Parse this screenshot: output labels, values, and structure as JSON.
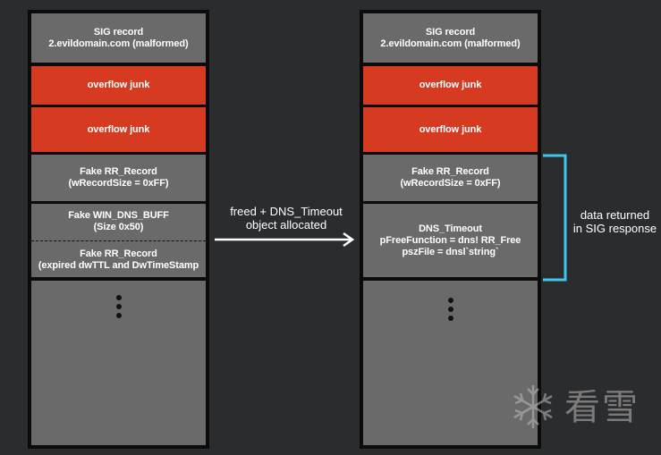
{
  "left_stack": {
    "sig_record": [
      "SIG record",
      "2.evildomain.com (malformed)"
    ],
    "overflow_1": "overflow junk",
    "overflow_2": "overflow junk",
    "fake_rr_1": [
      "Fake RR_Record",
      "(wRecordSize = 0xFF)"
    ],
    "fake_win_dns_buff": [
      "Fake WIN_DNS_BUFF",
      "(Size 0x50)"
    ],
    "fake_rr_2": [
      "Fake RR_Record",
      "(expired dwTTL and DwTimeStamp"
    ]
  },
  "right_stack": {
    "sig_record": [
      "SIG record",
      "2.evildomain.com (malformed)"
    ],
    "overflow_1": "overflow junk",
    "overflow_2": "overflow junk",
    "fake_rr": [
      "Fake RR_Record",
      "(wRecordSize = 0xFF)"
    ],
    "dns_timeout": [
      "DNS_Timeout",
      "pFreeFunction = dns! RR_Free",
      "pszFile = dnsl`string`"
    ]
  },
  "arrow_label": [
    "freed + DNS_Timeout",
    "object allocated"
  ],
  "brace_label": [
    "data returned",
    "in SIG response"
  ],
  "colors": {
    "background": "#2b2c2e",
    "cell_grey": "#6a6a6a",
    "overflow_red": "#d63b22",
    "brace_cyan": "#3fc6ec",
    "arrow_white": "#ffffff"
  },
  "watermark": {
    "icon": "snowflake-icon",
    "text": "看雪"
  }
}
